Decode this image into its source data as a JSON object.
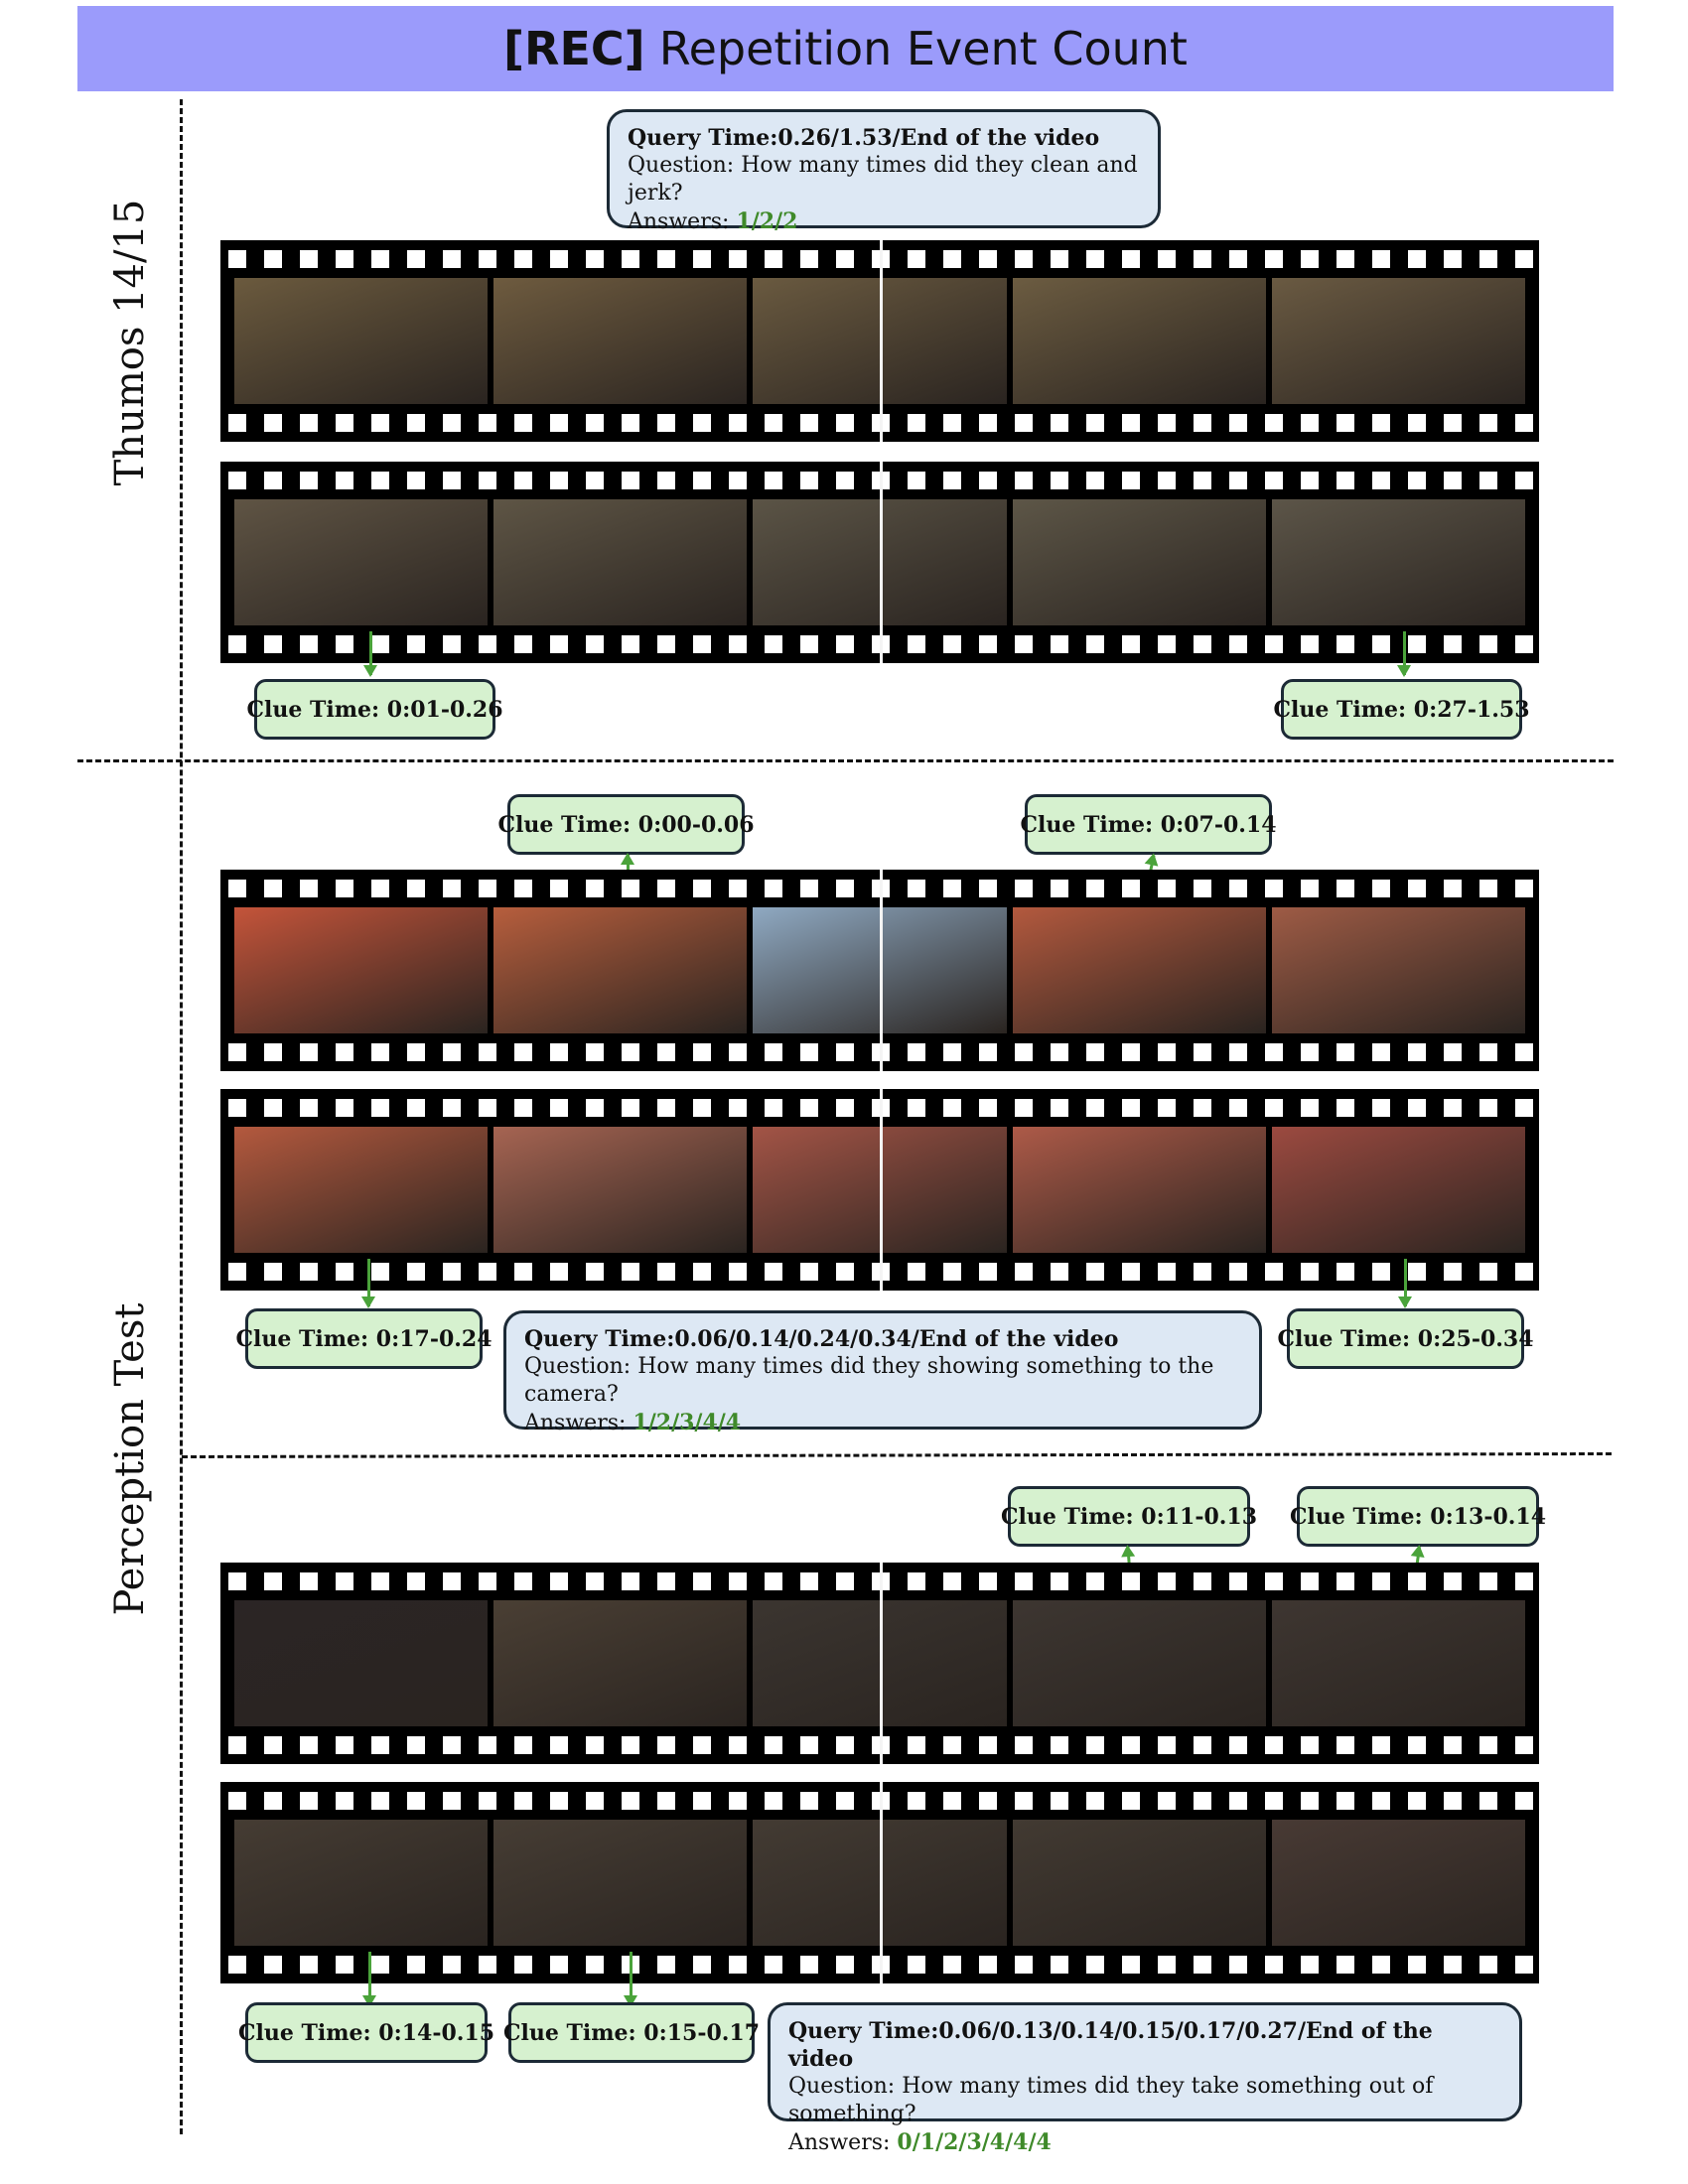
{
  "header": {
    "tag": "[REC]",
    "title": "Repetition Event Count"
  },
  "sections": [
    {
      "label": "Thumos 14/15"
    },
    {
      "label": "Perception Test"
    }
  ],
  "thumos": {
    "query": {
      "time": "Query Time:0.26/1.53/End of the video",
      "question": "Question: How many times did they clean and jerk?",
      "answers_label": "Answers: ",
      "answers": "1/2/2"
    },
    "clues": [
      "Clue Time: 0:01-0.26",
      "Clue Time: 0:27-1.53"
    ]
  },
  "perception1": {
    "query": {
      "time": "Query Time:0.06/0.14/0.24/0.34/End of the video",
      "question": "Question: How many times did they showing something to the camera?",
      "answers_label": "Answers: ",
      "answers": "1/2/3/4/4"
    },
    "clues": [
      "Clue Time: 0:00-0.06",
      "Clue Time: 0:07-0.14",
      "Clue Time: 0:17-0.24",
      "Clue Time: 0:25-0.34"
    ]
  },
  "perception2": {
    "query": {
      "time": "Query Time:0.06/0.13/0.14/0.15/0.17/0.27/End of the video",
      "question": "Question: How many times did they take something out of something?",
      "answers_label": "Answers: ",
      "answers": "0/1/2/3/4/4/4"
    },
    "clues": [
      "Clue Time: 0:11-0.13",
      "Clue Time: 0:13-0.14",
      "Clue Time: 0:14-0.15",
      "Clue Time: 0:15-0.17"
    ]
  },
  "colors": {
    "header": "#9b9bfb",
    "query_bg": "#dde8f4",
    "clue_bg": "#d6f1cf",
    "answer": "#3f8a2a",
    "arrow": "#4aa33a"
  },
  "film_strips": [
    {
      "frames": [
        "#6b5a3e",
        "#6e5b3f",
        "#6a5a40",
        "#6c5c41",
        "#6a5a42"
      ]
    },
    {
      "frames": [
        "#5f5444",
        "#5e5545",
        "#5b5446",
        "#5d5647",
        "#5c5548"
      ]
    },
    {
      "frames": [
        "#c4543a",
        "#b75e3d",
        "#8fa9c2",
        "#b3593e",
        "#9e5b45"
      ]
    },
    {
      "frames": [
        "#b4593e",
        "#a66452",
        "#a35446",
        "#ad5a48",
        "#9c4a40"
      ]
    },
    {
      "frames": [
        "#2b2525",
        "#4a3f34",
        "#3b3530",
        "#3d3631",
        "#3e3631"
      ]
    },
    {
      "frames": [
        "#453c33",
        "#463d34",
        "#433b33",
        "#423a32",
        "#483a34"
      ]
    }
  ]
}
